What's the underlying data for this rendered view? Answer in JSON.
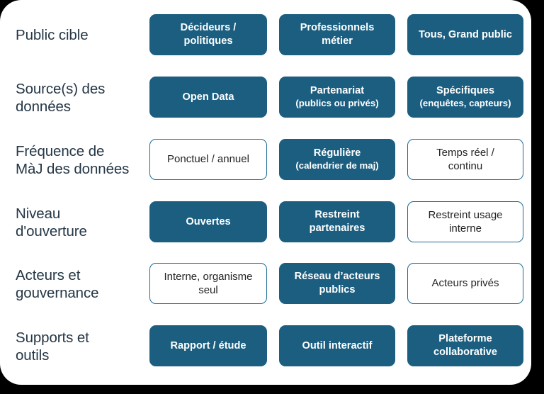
{
  "card": {
    "background": "#ffffff",
    "accent_filled": "#1b5e80",
    "accent_border": "#1d6b92",
    "label_color": "#253746",
    "outside_background": "#000000"
  },
  "rows": [
    {
      "label": "Public cible",
      "cells": [
        {
          "style": "filled",
          "text": "Décideurs /\npolitiques",
          "sub": ""
        },
        {
          "style": "filled",
          "text": "Professionnels\nmétier",
          "sub": ""
        },
        {
          "style": "filled",
          "text": "Tous, Grand public",
          "sub": ""
        }
      ]
    },
    {
      "label": "Source(s) des\ndonnées",
      "cells": [
        {
          "style": "filled",
          "text": "Open Data",
          "sub": ""
        },
        {
          "style": "filled",
          "text": "Partenariat",
          "sub": "(publics ou privés)"
        },
        {
          "style": "filled",
          "text": "Spécifiques",
          "sub": "(enquêtes, capteurs)"
        }
      ]
    },
    {
      "label": "Fréquence de\nMàJ des données",
      "cells": [
        {
          "style": "outline",
          "text": "Ponctuel / annuel",
          "sub": ""
        },
        {
          "style": "filled",
          "text": "Régulière",
          "sub": "(calendrier de maj)"
        },
        {
          "style": "outline",
          "text": "Temps réel /\ncontinu",
          "sub": ""
        }
      ]
    },
    {
      "label": "Niveau\nd'ouverture",
      "cells": [
        {
          "style": "filled",
          "text": "Ouvertes",
          "sub": ""
        },
        {
          "style": "filled",
          "text": "Restreint\npartenaires",
          "sub": ""
        },
        {
          "style": "outline",
          "text": "Restreint usage\ninterne",
          "sub": ""
        }
      ]
    },
    {
      "label": "Acteurs et\ngouvernance",
      "cells": [
        {
          "style": "outline",
          "text": "Interne, organisme\nseul",
          "sub": ""
        },
        {
          "style": "filled",
          "text": "Réseau d’acteurs\npublics",
          "sub": ""
        },
        {
          "style": "outline",
          "text": "Acteurs privés",
          "sub": ""
        }
      ]
    },
    {
      "label": "Supports et\noutils",
      "cells": [
        {
          "style": "filled",
          "text": "Rapport / étude",
          "sub": ""
        },
        {
          "style": "filled",
          "text": "Outil interactif",
          "sub": ""
        },
        {
          "style": "filled",
          "text": "Plateforme\ncollaborative",
          "sub": ""
        }
      ]
    }
  ]
}
